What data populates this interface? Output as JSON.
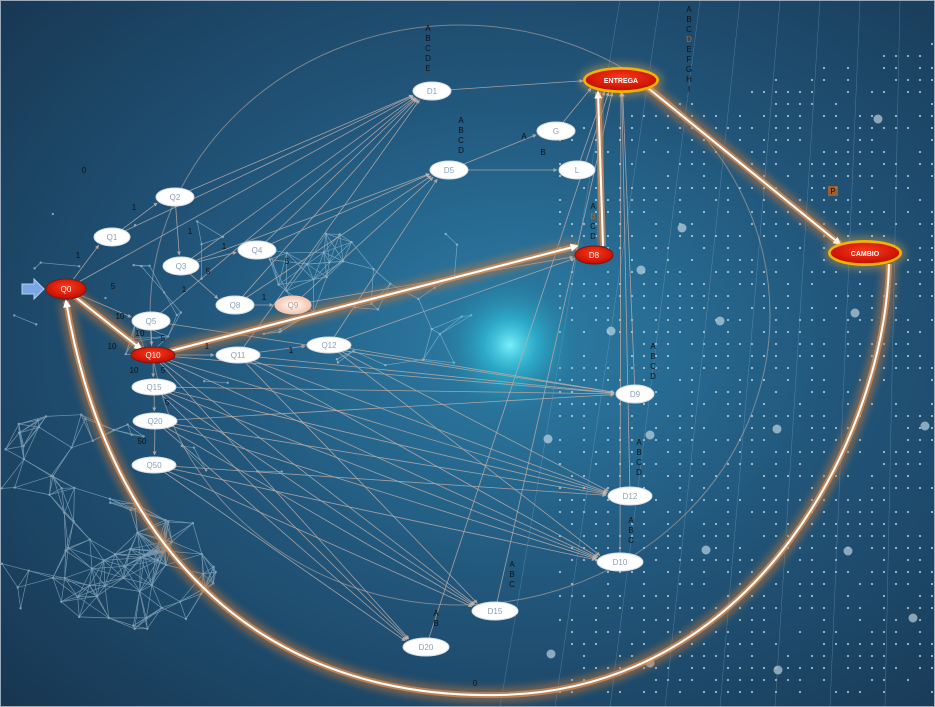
{
  "colors": {
    "background": "#1f4d70",
    "accent_red": "#e11a0a",
    "accent_gold": "#f0b400",
    "node_white": "#ffffff",
    "node_text": "#8aa0b8",
    "edge": "#b8a6a0",
    "highlight_glow": "#c8783a"
  },
  "start_arrow_icon": "arrow-right-icon",
  "nodes": [
    {
      "id": "Q0",
      "label": "Q0",
      "style": "red"
    },
    {
      "id": "Q1",
      "label": "Q1",
      "style": "white"
    },
    {
      "id": "Q2",
      "label": "Q2",
      "style": "white"
    },
    {
      "id": "Q3",
      "label": "Q3",
      "style": "white"
    },
    {
      "id": "Q4",
      "label": "Q4",
      "style": "white"
    },
    {
      "id": "Q5",
      "label": "Q5",
      "style": "white"
    },
    {
      "id": "Q8",
      "label": "Q8",
      "style": "white"
    },
    {
      "id": "Q9",
      "label": "Q9",
      "style": "pink"
    },
    {
      "id": "Q10",
      "label": "Q10",
      "style": "red"
    },
    {
      "id": "Q11",
      "label": "Q11",
      "style": "white"
    },
    {
      "id": "Q12",
      "label": "Q12",
      "style": "white"
    },
    {
      "id": "Q15",
      "label": "Q15",
      "style": "white"
    },
    {
      "id": "Q20",
      "label": "Q20",
      "style": "white"
    },
    {
      "id": "Q50",
      "label": "Q50",
      "style": "white"
    },
    {
      "id": "D1",
      "label": "D1",
      "style": "white"
    },
    {
      "id": "D5",
      "label": "D5",
      "style": "white"
    },
    {
      "id": "G",
      "label": "G",
      "style": "white"
    },
    {
      "id": "L",
      "label": "L",
      "style": "white"
    },
    {
      "id": "D8",
      "label": "D8",
      "style": "red"
    },
    {
      "id": "ENTREGA",
      "label": "ENTREGA",
      "style": "accept"
    },
    {
      "id": "CAMBIO",
      "label": "CAMBIO",
      "style": "accept"
    },
    {
      "id": "D9",
      "label": "D9",
      "style": "white"
    },
    {
      "id": "D12",
      "label": "D12",
      "style": "white"
    },
    {
      "id": "D10",
      "label": "D10",
      "style": "white"
    },
    {
      "id": "D15",
      "label": "D15",
      "style": "white"
    },
    {
      "id": "D20",
      "label": "D20",
      "style": "white"
    }
  ],
  "edge_labels": [
    {
      "id": "q0-q1",
      "text": "1"
    },
    {
      "id": "q0-top",
      "text": "0"
    },
    {
      "id": "q1-q2",
      "text": "1"
    },
    {
      "id": "q2-q3",
      "text": "1"
    },
    {
      "id": "q3-q4",
      "text": "1"
    },
    {
      "id": "q3-q5",
      "text": "5"
    },
    {
      "id": "q3-q8",
      "text": "1"
    },
    {
      "id": "q4-x",
      "text": "5"
    },
    {
      "id": "q8-q9",
      "text": "1"
    },
    {
      "id": "q0-q5",
      "text": "5"
    },
    {
      "id": "q0-q10",
      "text": "10"
    },
    {
      "id": "q5-q10",
      "text": "10"
    },
    {
      "id": "q10-a",
      "text": "10"
    },
    {
      "id": "q10-b",
      "text": "5"
    },
    {
      "id": "q10-c",
      "text": "5"
    },
    {
      "id": "q10-d",
      "text": "10"
    },
    {
      "id": "q10-q11",
      "text": "1"
    },
    {
      "id": "q11-q12",
      "text": "1"
    },
    {
      "id": "q15-q20",
      "text": "5"
    },
    {
      "id": "q20-q50",
      "text": "50"
    },
    {
      "id": "d5-g",
      "text": "A"
    },
    {
      "id": "d5-l",
      "text": "B"
    },
    {
      "id": "p",
      "text": "P"
    },
    {
      "id": "bottom-0",
      "text": "0"
    }
  ],
  "choice_stacks": [
    {
      "id": "d1-choices",
      "letters": [
        "A",
        "B",
        "C",
        "D",
        "E"
      ]
    },
    {
      "id": "d5-choices",
      "letters": [
        "A",
        "B",
        "C",
        "D"
      ]
    },
    {
      "id": "entrega-choices",
      "letters": [
        "A",
        "B",
        "C",
        "D",
        "E",
        "F",
        "G",
        "H",
        "I"
      ]
    },
    {
      "id": "d8-choices",
      "letters": [
        "A",
        "B",
        "C",
        "D"
      ]
    },
    {
      "id": "d9-choices",
      "letters": [
        "A",
        "B",
        "C",
        "D"
      ]
    },
    {
      "id": "d12-choices",
      "letters": [
        "A",
        "B",
        "C",
        "D"
      ]
    },
    {
      "id": "d10-choices",
      "letters": [
        "A",
        "B",
        "C"
      ]
    },
    {
      "id": "d15-choices",
      "letters": [
        "A",
        "B",
        "C"
      ]
    },
    {
      "id": "d20-choices",
      "letters": [
        "A",
        "B"
      ]
    }
  ]
}
